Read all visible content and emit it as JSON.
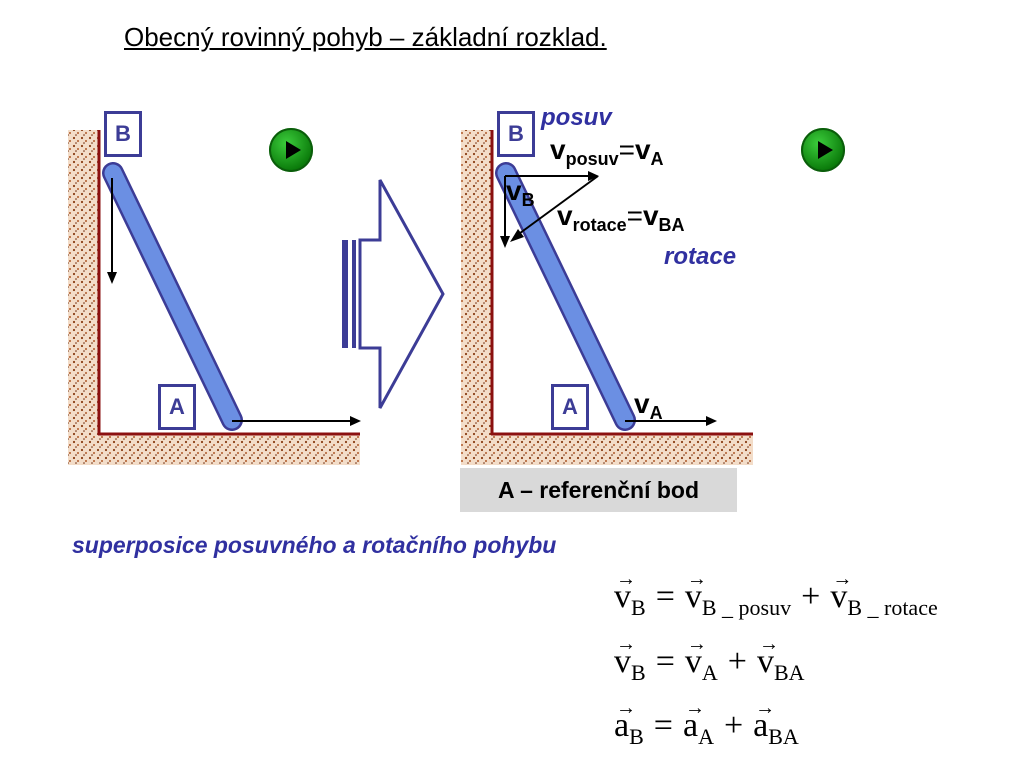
{
  "title": "Obecný rovinný pohyb – základní rozklad.",
  "left_diagram": {
    "label_b": "B",
    "label_a": "A"
  },
  "right_diagram": {
    "label_b": "B",
    "label_a": "A",
    "posuv_label": "posuv",
    "rotace_label": "rotace",
    "v_posuv": {
      "v": "v",
      "sub": "posuv",
      "eq": "=",
      "v2": "v",
      "sub2": "A"
    },
    "v_b": {
      "v": "v",
      "sub": "B"
    },
    "v_rotace": {
      "v": "v",
      "sub": "rotace",
      "eq": "=",
      "v2": "v",
      "sub2": "BA"
    },
    "v_a": {
      "v": "v",
      "sub": "A"
    }
  },
  "caption": "A – referenční bod",
  "superposition_text": "superposice posuvného a rotačního pohybu",
  "equations": [
    {
      "lhs": "v",
      "lhs_sub": "B",
      "eq": "=",
      "t1": "v",
      "t1_sub": "B _ posuv",
      "plus": "+",
      "t2": "v",
      "t2_sub": "B _ rotace"
    },
    {
      "lhs": "v",
      "lhs_sub": "B",
      "eq": "=",
      "t1": "v",
      "t1_sub": "A",
      "plus": "+",
      "t2": "v",
      "t2_sub": "BA"
    },
    {
      "lhs": "a",
      "lhs_sub": "B",
      "eq": "=",
      "t1": "a",
      "t1_sub": "A",
      "plus": "+",
      "t2": "a",
      "t2_sub": "BA"
    }
  ],
  "colors": {
    "bar_fill": "#6b8fe3",
    "bar_stroke": "#3c3c96",
    "wall_line": "#8b1010",
    "hatch_fill": "#b87440",
    "accent_text": "#3030a0",
    "play_green": "#119911"
  },
  "icons": [
    "play-icon",
    "play-icon",
    "hollow-arrow-icon"
  ]
}
